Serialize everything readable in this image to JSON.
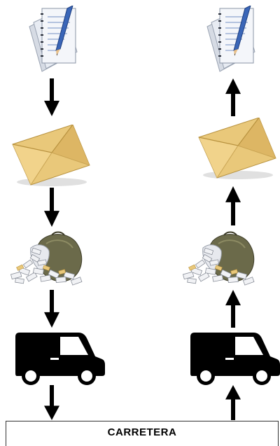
{
  "road": {
    "label": "CARRETERA"
  },
  "columns": {
    "left": {
      "flow": "down",
      "stages": [
        "document",
        "envelope",
        "mail-bag",
        "van"
      ]
    },
    "right": {
      "flow": "up",
      "stages": [
        "document",
        "envelope",
        "mail-bag",
        "van"
      ]
    }
  },
  "colors": {
    "arrow": "#000000",
    "envelope": "#e9c87a",
    "envelope_shadow": "#c9a453",
    "bag": "#6b6a4a",
    "van": "#000000",
    "paper": "#f4f6fa",
    "pencil": "#3a66b8"
  }
}
